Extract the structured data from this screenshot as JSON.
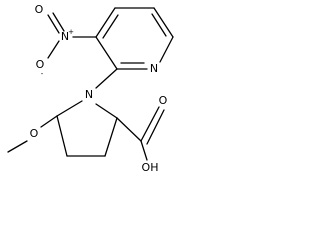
{
  "molecule": {
    "atoms": {
      "nitro_o_top": "O",
      "nitro_n": "N",
      "nitro_o_left": "O",
      "pyridine_n": "N",
      "pyrrolidine_n": "N",
      "methoxy_o": "O",
      "acid_oh": "OH",
      "acid_o": "O"
    },
    "charges": {
      "nitro_n": "+",
      "nitro_o_left": "-"
    }
  }
}
